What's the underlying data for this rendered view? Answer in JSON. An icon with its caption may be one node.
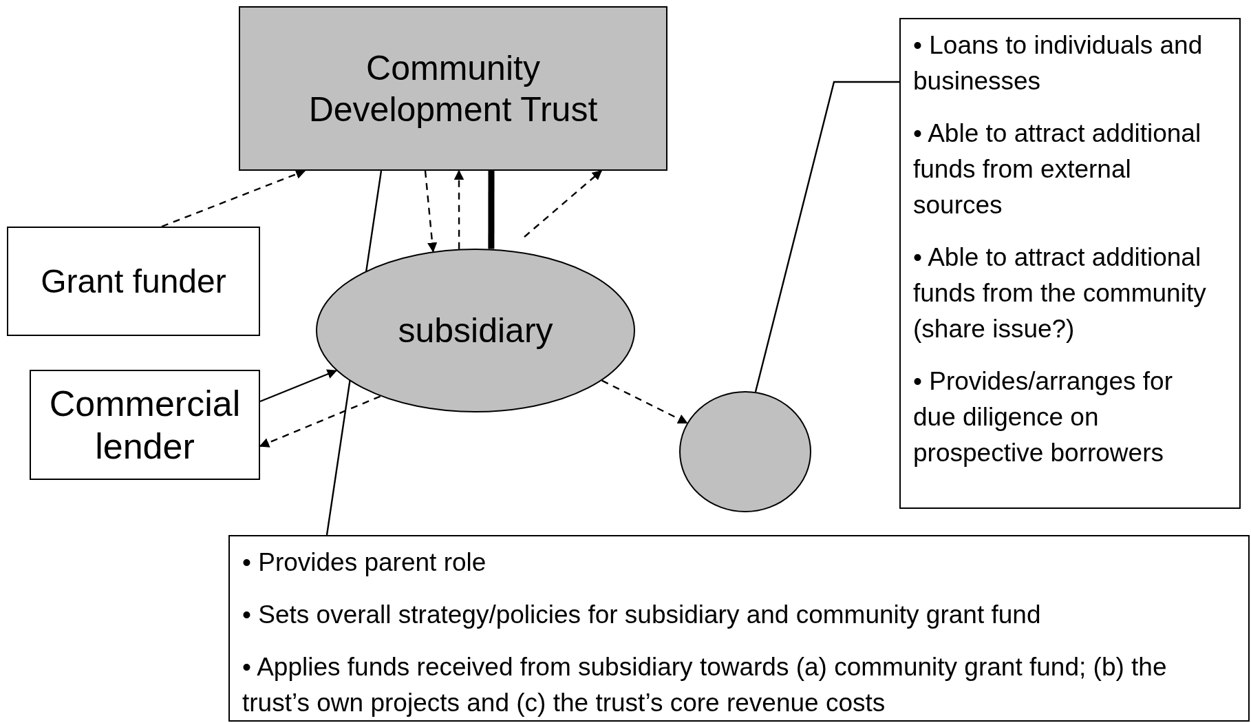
{
  "diagram": {
    "nodes": [
      {
        "text": [
          "Community Development Trust"
        ]
      },
      {
        "text": [
          "Grant funder"
        ]
      },
      {
        "text": [
          "Commercial lender"
        ]
      },
      {
        "text": [
          "subsidiary"
        ]
      },
      {
        "text": [],
        "shape": "circle"
      },
      {
        "text": [
          "• Loans to individuals and businesses",
          "• Able to attract additional funds from external sources",
          "• Able to attract additional funds from the community (share issue?)",
          "• Provides/arranges for due diligence on prospective borrowers"
        ]
      },
      {
        "text": [
          "• Provides parent role",
          "• Sets overall strategy/policies for subsidiary and community grant fund",
          "• Applies funds received from subsidiary towards (a) community grant fund; (b) the trust’s own projects and (c) the trust’s core revenue costs"
        ]
      }
    ],
    "edges": [
      {
        "from": 1,
        "to": 0,
        "arrow": "to",
        "style": "dashed"
      },
      {
        "from": 0,
        "to": 3,
        "arrow": "to",
        "style": "dashed"
      },
      {
        "from": 3,
        "to": 0,
        "arrow": "to",
        "style": "dashed"
      },
      {
        "from": 0,
        "to": 3,
        "arrow": "none",
        "style": "thick"
      },
      {
        "from": null,
        "to": 0,
        "arrow": "to",
        "style": "dashed"
      },
      {
        "from": 2,
        "to": 3,
        "arrow": "to"
      },
      {
        "from": 3,
        "to": 2,
        "arrow": "to",
        "style": "dashed"
      },
      {
        "from": 3,
        "to": 4,
        "arrow": "to",
        "style": "dashed"
      },
      {
        "from": 5,
        "to": 4,
        "arrow": "none"
      },
      {
        "from": 6,
        "to": 0,
        "arrow": "none"
      }
    ]
  }
}
